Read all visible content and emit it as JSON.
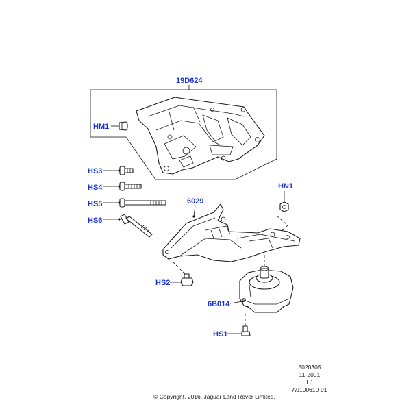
{
  "callouts": {
    "bracket_assembly": "19D624",
    "hm1": "HM1",
    "hs3": "HS3",
    "hs4": "HS4",
    "hs5": "HS5",
    "hs6": "HS6",
    "hn1": "HN1",
    "arm_bracket": "6029",
    "hs2": "HS2",
    "mount": "6B014",
    "hs1": "HS1"
  },
  "meta": {
    "line1": "5020305",
    "line2": "11-2001",
    "line3": "LJ",
    "line4": "A0100610-01"
  },
  "copyright": "© Copyright, 2016. Jaguar Land Rover Limited.",
  "colors": {
    "callout": "#1a33d6",
    "linework": "#1a1a1a"
  }
}
